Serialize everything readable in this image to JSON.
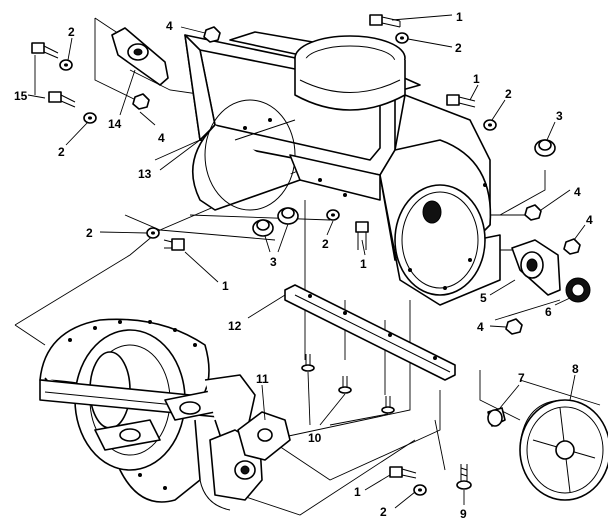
{
  "callouts": [
    {
      "id": "c1a",
      "text": "1"
    },
    {
      "id": "c2a",
      "text": "2"
    },
    {
      "id": "c4a",
      "text": "4"
    },
    {
      "id": "c2b",
      "text": "2"
    },
    {
      "id": "c15",
      "text": "15"
    },
    {
      "id": "c14",
      "text": "14"
    },
    {
      "id": "c2c",
      "text": "2"
    },
    {
      "id": "c4b",
      "text": "4"
    },
    {
      "id": "c13",
      "text": "13"
    },
    {
      "id": "c1b",
      "text": "1"
    },
    {
      "id": "c2d",
      "text": "2"
    },
    {
      "id": "c3a",
      "text": "3"
    },
    {
      "id": "c4c",
      "text": "4"
    },
    {
      "id": "c4d",
      "text": "4"
    },
    {
      "id": "c2e",
      "text": "2"
    },
    {
      "id": "c2f",
      "text": "2"
    },
    {
      "id": "c1c",
      "text": "1"
    },
    {
      "id": "c3b",
      "text": "3"
    },
    {
      "id": "c1d",
      "text": "1"
    },
    {
      "id": "c5",
      "text": "5"
    },
    {
      "id": "c6",
      "text": "6"
    },
    {
      "id": "c12",
      "text": "12"
    },
    {
      "id": "c4e",
      "text": "4"
    },
    {
      "id": "c7",
      "text": "7"
    },
    {
      "id": "c8",
      "text": "8"
    },
    {
      "id": "c11",
      "text": "11"
    },
    {
      "id": "c10",
      "text": "10"
    },
    {
      "id": "c1e",
      "text": "1"
    },
    {
      "id": "c2g",
      "text": "2"
    },
    {
      "id": "c9",
      "text": "9"
    }
  ]
}
